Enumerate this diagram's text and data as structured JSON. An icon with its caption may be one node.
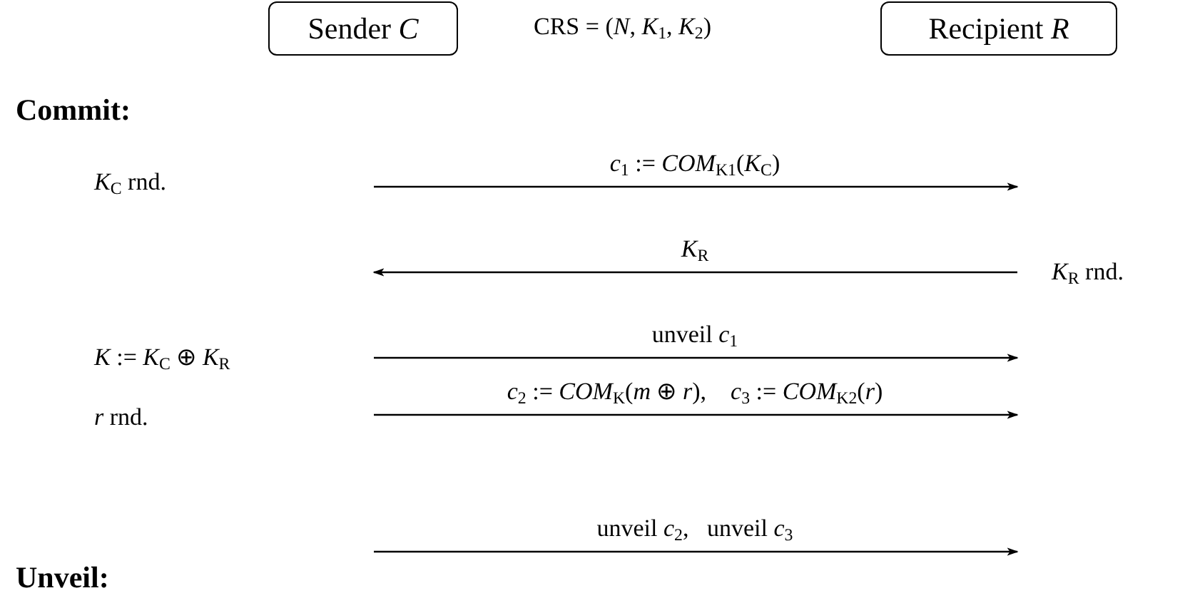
{
  "diagram": {
    "nodes": [
      {
        "text": [
          "Sender *C*"
        ]
      },
      {
        "text": [
          "Recipient *R*"
        ]
      }
    ],
    "labels": [
      "CRS = (*N*, *K*$_{1}$, *K*$_{2}$)",
      "Commit:",
      "*c*$_{1}$ := *COM*$_{K1}$(*K*$_{C}$)",
      "*K*$_{C}$ rnd.",
      "*K*$_{R}$",
      "*K*$_{R}$ rnd.",
      "*K* := *K*$_{C}$ ⊕ *K*$_{R}$",
      "unveil *c*$_{1}$",
      "*c*$_{2}$ := *COM*$_{K}$(*m* ⊕ *r*),    *c*$_{3}$ := *COM*$_{K2}$(*r*)",
      "*r* rnd.",
      "Unveil:",
      "unveil *c*$_{2}$,   unveil *c*$_{3}$"
    ]
  }
}
